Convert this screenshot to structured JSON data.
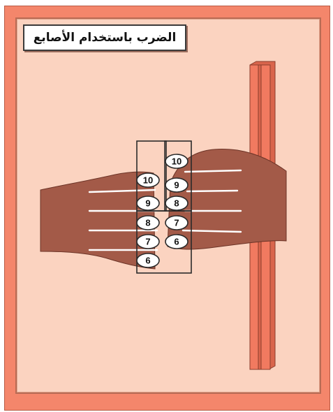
{
  "title": "الضرب باستخدام الأصابع",
  "colors": {
    "frame": "#f4866b",
    "panel": "#fbd3c0",
    "hand": "#a35a48",
    "hand_edge": "#6b3326",
    "finger_line": "#ffffff",
    "label_fill": "#ffffff",
    "bar_fill": "#f17a60"
  },
  "left_hand_labels": [
    "10",
    "9",
    "8",
    "7",
    "6"
  ],
  "right_hand_labels": [
    "10",
    "9",
    "8",
    "7",
    "6"
  ]
}
